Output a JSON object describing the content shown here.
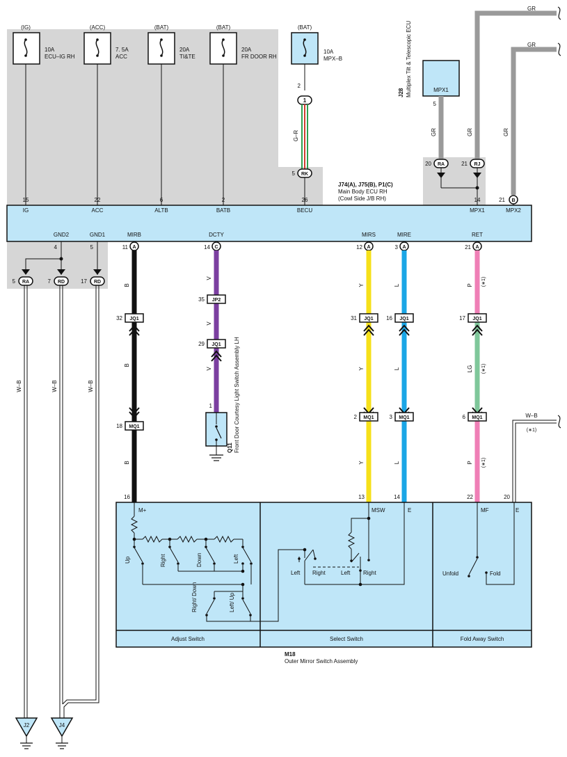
{
  "fuses": [
    {
      "source": "(IG)",
      "rating": "10A",
      "name": "ECU–IG RH"
    },
    {
      "source": "(ACC)",
      "rating": "7. 5A",
      "name": "ACC"
    },
    {
      "source": "(BAT)",
      "rating": "20A",
      "name": "TI&TE"
    },
    {
      "source": "(BAT)",
      "rating": "20A",
      "name": "FR DOOR RH"
    },
    {
      "source": "(BAT)",
      "rating": "10A",
      "name": "MPX–B"
    }
  ],
  "ecu": {
    "code": "J74(A), J75(B), P1(C)",
    "name": "Main Body ECU RH",
    "location": "(Cowl Side J/B RH)",
    "top_pins": [
      {
        "num": "15",
        "label": "IG"
      },
      {
        "num": "22",
        "label": "ACC"
      },
      {
        "num": "6",
        "label": "ALTB"
      },
      {
        "num": "2",
        "label": "BATB"
      },
      {
        "num": "26",
        "label": "BECU"
      },
      {
        "num": "14",
        "label": "MPX1"
      },
      {
        "num": "21",
        "label": "MPX2"
      }
    ],
    "bottom_pins": [
      {
        "num": "4",
        "label": "GND2"
      },
      {
        "num": "5",
        "label": "GND1"
      },
      {
        "num": "11",
        "label": "MIRB"
      },
      {
        "num": "14",
        "label": "DCTY"
      },
      {
        "num": "12",
        "label": "MIRS"
      },
      {
        "num": "3",
        "label": "MIRE"
      },
      {
        "num": "21",
        "label": "RET"
      }
    ]
  },
  "connectors": {
    "A": "A",
    "B": "B",
    "C": "C",
    "RA": "RA",
    "RD": "RD",
    "RJ": "RJ",
    "RK": "RK",
    "JQ1": "JQ1",
    "MQ1": "MQ1",
    "JP2": "JP2",
    "one": "1"
  },
  "pins": {
    "p2": "2",
    "p5": "5",
    "p20": "20",
    "p21": "21",
    "p4": "4",
    "p7": "7",
    "p17": "17",
    "p32": "32",
    "p31": "31",
    "p16": "16",
    "p18": "18",
    "p3": "3",
    "p6": "6",
    "p35": "35",
    "p29": "29",
    "p1": "1",
    "p13": "13",
    "p14": "14",
    "p22": "22"
  },
  "wires": {
    "GR": "GR",
    "G_R": "G–R",
    "B": "B",
    "V": "V",
    "Y": "Y",
    "L": "L",
    "P": "P",
    "LG": "LG",
    "W_B": "W–B",
    "star1": "(∗1)"
  },
  "j28": {
    "code": "J28",
    "name": "Multiplex Tilt & Telescopic ECU",
    "pin": "MPX1"
  },
  "q11": {
    "code": "Q11",
    "name": "Front Door Courtesy Light Switch Assembly LH"
  },
  "m18": {
    "code": "M18",
    "name": "Outer Mirror Switch Assembly",
    "pins": {
      "mplus": "M+",
      "msw": "MSW",
      "e": "E",
      "mf": "MF"
    },
    "labels": {
      "up": "Up",
      "right": "Right",
      "down": "Down",
      "left": "Left",
      "right_down": "Right/ Down",
      "left_up": "Left/ Up",
      "unfold": "Unfold",
      "fold": "Fold"
    },
    "sections": [
      "Adjust Switch",
      "Select Switch",
      "Fold Away Switch"
    ]
  },
  "grounds": [
    "J2",
    "J4"
  ],
  "colors": {
    "panel": "#bfe6f8",
    "shade": "#d6d6d6",
    "black_wire": "#111111",
    "violet": "#7b3fa0",
    "yellow": "#f6e01a",
    "blue": "#1aa6e6",
    "pink": "#ef7fb6",
    "lightgreen": "#7fc79a",
    "gray": "#9a9a9a",
    "green": "#2e9e4e",
    "red": "#d03a2e"
  }
}
